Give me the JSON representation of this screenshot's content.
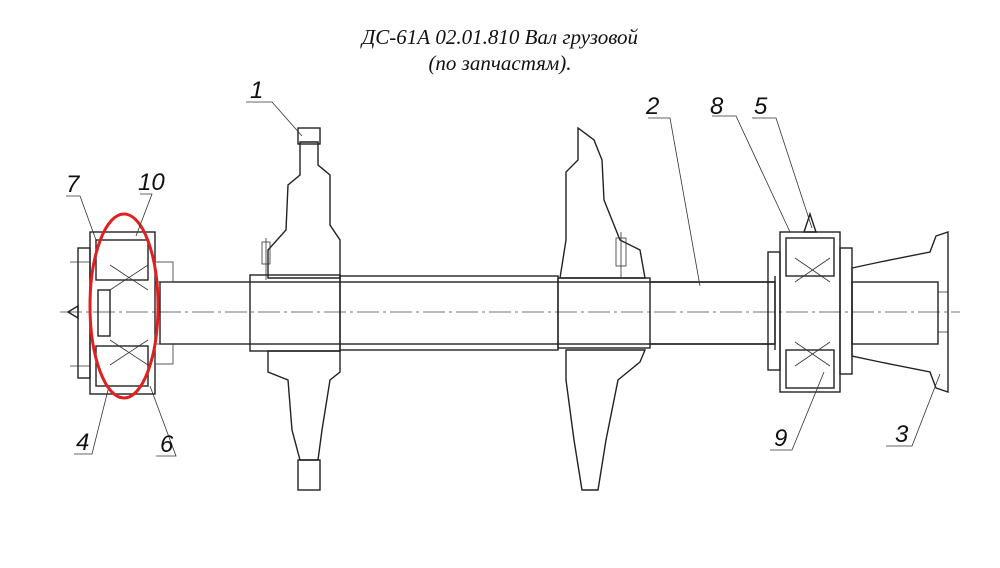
{
  "title": {
    "line1": "ДС-61А 02.01.810 Вал грузовой",
    "line2": "(по запчастям)."
  },
  "callouts": [
    {
      "id": "1",
      "label": "1"
    },
    {
      "id": "2",
      "label": "2"
    },
    {
      "id": "3",
      "label": "3"
    },
    {
      "id": "4",
      "label": "4"
    },
    {
      "id": "5",
      "label": "5"
    },
    {
      "id": "6",
      "label": "6"
    },
    {
      "id": "7",
      "label": "7"
    },
    {
      "id": "8",
      "label": "8"
    },
    {
      "id": "9",
      "label": "9"
    },
    {
      "id": "10",
      "label": "10"
    }
  ],
  "colors": {
    "line": "#222222",
    "highlight": "#e02020",
    "background": "#ffffff"
  }
}
